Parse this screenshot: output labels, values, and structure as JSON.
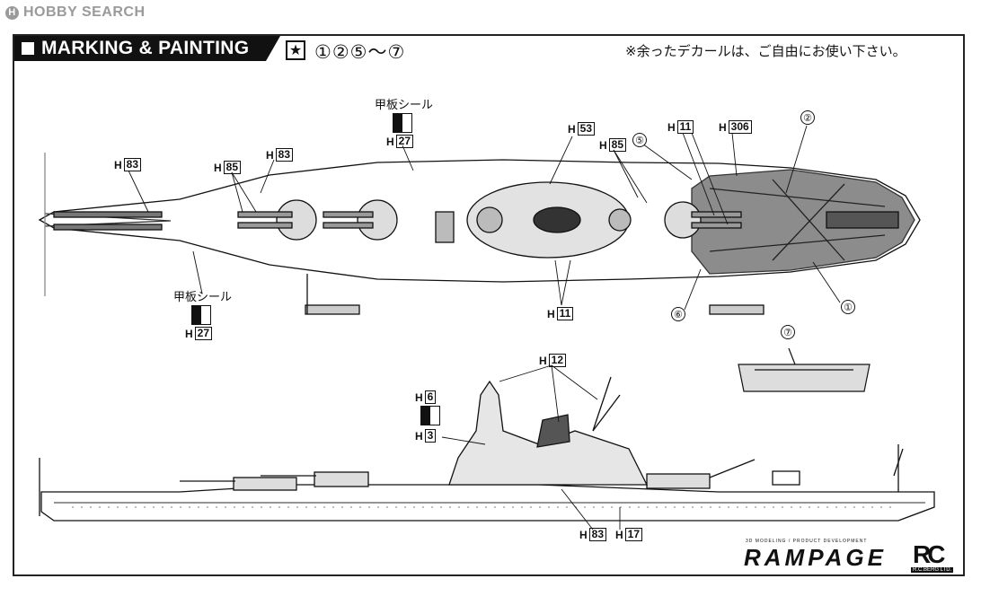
{
  "watermark": {
    "text": "HOBBY SEARCH",
    "logo": "H"
  },
  "header": {
    "title": "MARKING & PAINTING",
    "star": "★",
    "steps": "①②⑤～⑦",
    "note": "※余ったデカールは、ご自由にお使い下さい。"
  },
  "labels": {
    "deck_seal": "甲板シール",
    "h": "H",
    "c83": "83",
    "c85": "85",
    "c27": "27",
    "c53": "53",
    "c11": "11",
    "c306": "306",
    "c12": "12",
    "c6": "6",
    "c3": "3",
    "c17": "17"
  },
  "callouts": [
    "①",
    "②",
    "⑤",
    "⑥",
    "⑦"
  ],
  "brand": {
    "name": "RAMPAGE",
    "sub": "3D MODELING / PRODUCT DEVELOPMENT",
    "logo": "RC",
    "logo_sub": "R.C.BERG LTD."
  },
  "colors": {
    "ink": "#111111",
    "deck_grey": "#8c8c8c",
    "light_grey": "#d4d4d4"
  }
}
